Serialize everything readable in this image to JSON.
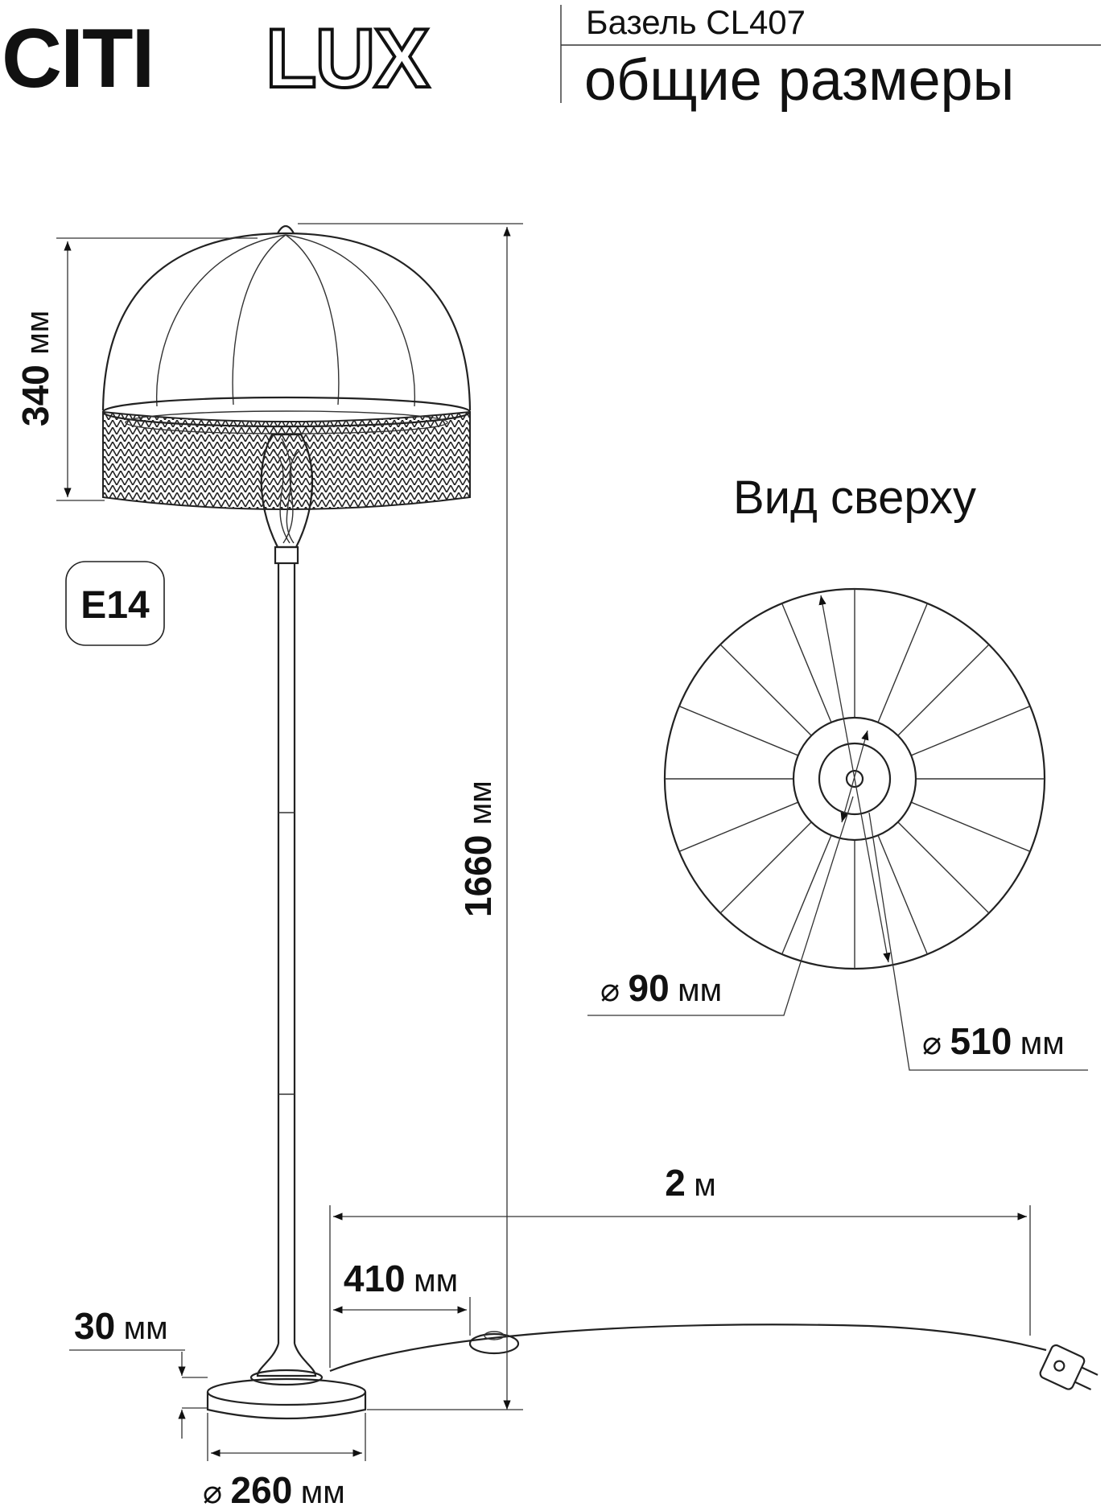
{
  "header": {
    "brand_prefix": "CITI",
    "brand_suffix": "LUX",
    "model": "Базель CL407",
    "subtitle": "общие размеры"
  },
  "labels": {
    "top_view": "Вид сверху",
    "socket": "E14",
    "diameter_symbol": "⌀"
  },
  "dimensions": {
    "shade_height": {
      "value": "340",
      "unit": "мм"
    },
    "total_height": {
      "value": "1660",
      "unit": "мм"
    },
    "center_diameter": {
      "value": "90",
      "unit": "мм"
    },
    "shade_diameter": {
      "value": "510",
      "unit": "мм"
    },
    "cable_length": {
      "value": "2",
      "unit": "м"
    },
    "switch_distance": {
      "value": "410",
      "unit": "мм"
    },
    "base_height": {
      "value": "30",
      "unit": "мм"
    },
    "base_diameter": {
      "value": "260",
      "unit": "мм"
    }
  }
}
